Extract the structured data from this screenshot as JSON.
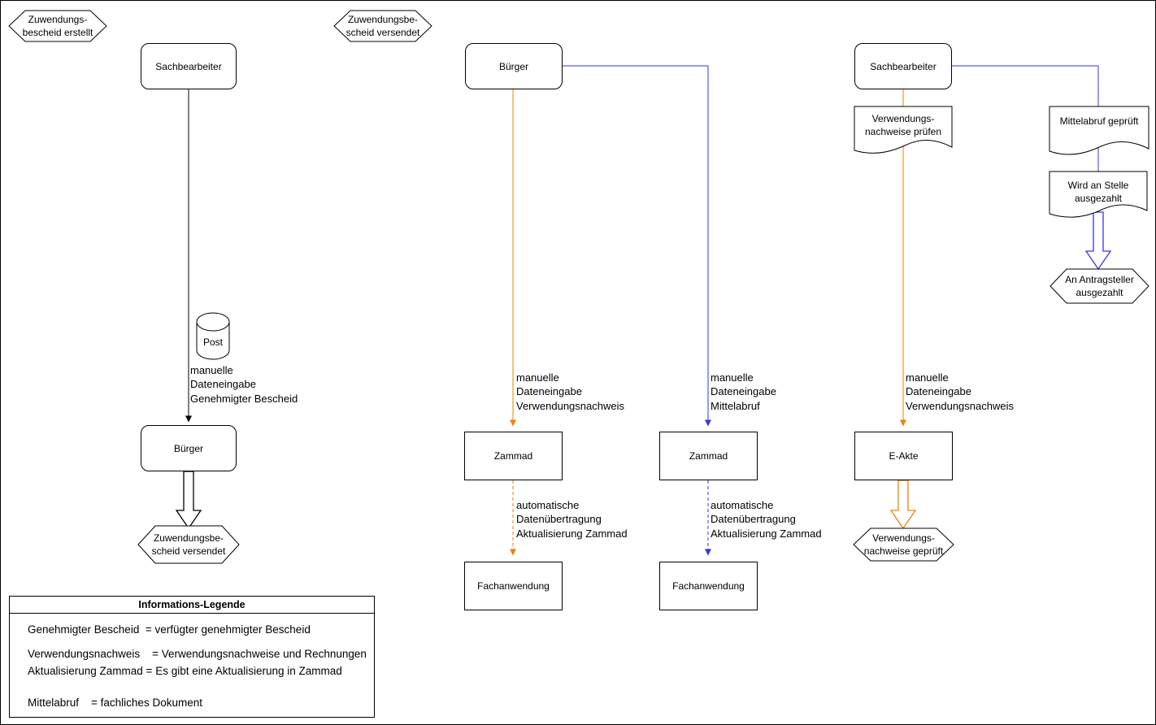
{
  "colors": {
    "orange": "#ED8200",
    "blue": "#3636E6",
    "black": "#000000"
  },
  "events": {
    "erstellt": "Zuwendungs-\nbescheid erstellt",
    "versendet_top": "Zuwendungsbe-\nscheid versendet",
    "versendet_bottom": "Zuwendungsbe-\nscheid versendet",
    "nachweise_geprueft": "Verwendungs-\nnachweise geprüft",
    "ausgezahlt": "An Antragsteller\nausgezahlt"
  },
  "nodes": {
    "sachbearbeiter_left": "Sachbearbeiter",
    "buerger_left": "Bürger",
    "post": "Post",
    "buerger_mid": "Bürger",
    "zammad_1": "Zammad",
    "zammad_2": "Zammad",
    "fachanwendung_1": "Fachanwendung",
    "fachanwendung_2": "Fachanwendung",
    "sachbearbeiter_right": "Sachbearbeiter",
    "e_akte": "E-Akte",
    "doc_nachweise_pruefen": "Verwendungs-\nnachweise prüfen",
    "doc_mittelabruf_geprueft": "Mittelabruf geprüft",
    "doc_wird_an_stelle": "Wird an Stelle\nausgezahlt"
  },
  "edge_labels": {
    "genehmigter_bescheid": "manuelle\nDateneingabe\nGenehmigter Bescheid",
    "verwendungsnachweis_mid": "manuelle\nDateneingabe\nVerwendungsnachweis",
    "mittelabruf": "manuelle\nDateneingabe\nMittelabruf",
    "auto_1": "automatische\nDatenübertragung\nAktualisierung Zammad",
    "auto_2": "automatische\nDatenübertragung\nAktualisierung Zammad",
    "verwendungsnachweis_right": "manuelle\nDateneingabe\nVerwendungsnachweis"
  },
  "legend": {
    "title": "Informations-Legende",
    "rows": [
      "Genehmigter Bescheid  = verfügter genehmigter Bescheid",
      "Verwendungsnachweis    = Verwendungsnachweise und Rechnungen",
      "Aktualisierung Zammad = Es gibt eine Aktualisierung in Zammad",
      "Mittelabruf    = fachliches Dokument"
    ]
  }
}
